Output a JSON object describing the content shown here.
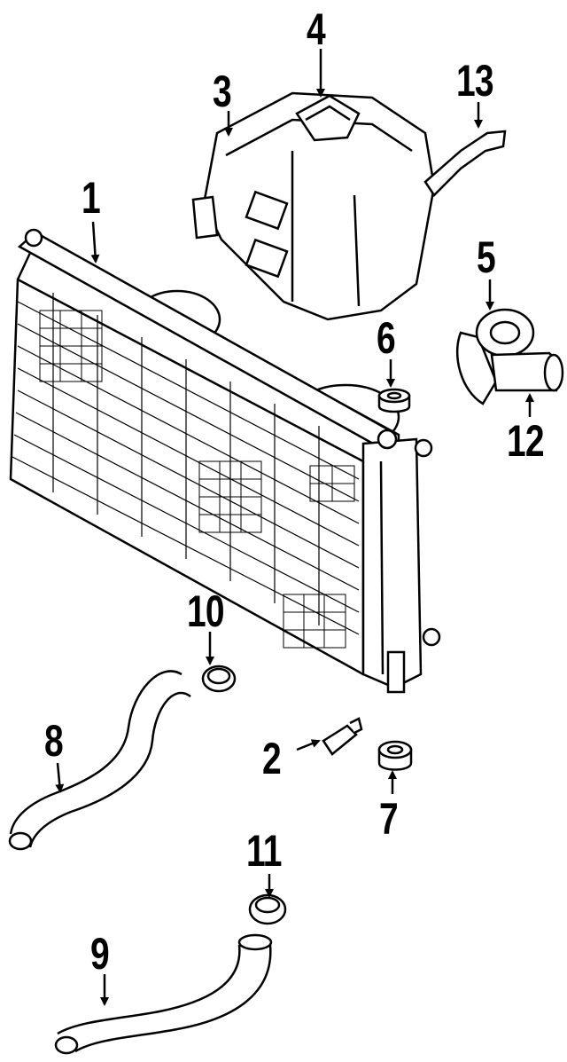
{
  "diagram": {
    "callouts": {
      "c1": "1",
      "c2": "2",
      "c3": "3",
      "c4": "4",
      "c5": "5",
      "c6": "6",
      "c7": "7",
      "c8": "8",
      "c9": "9",
      "c10": "10",
      "c11": "11",
      "c12": "12",
      "c13": "13"
    }
  }
}
